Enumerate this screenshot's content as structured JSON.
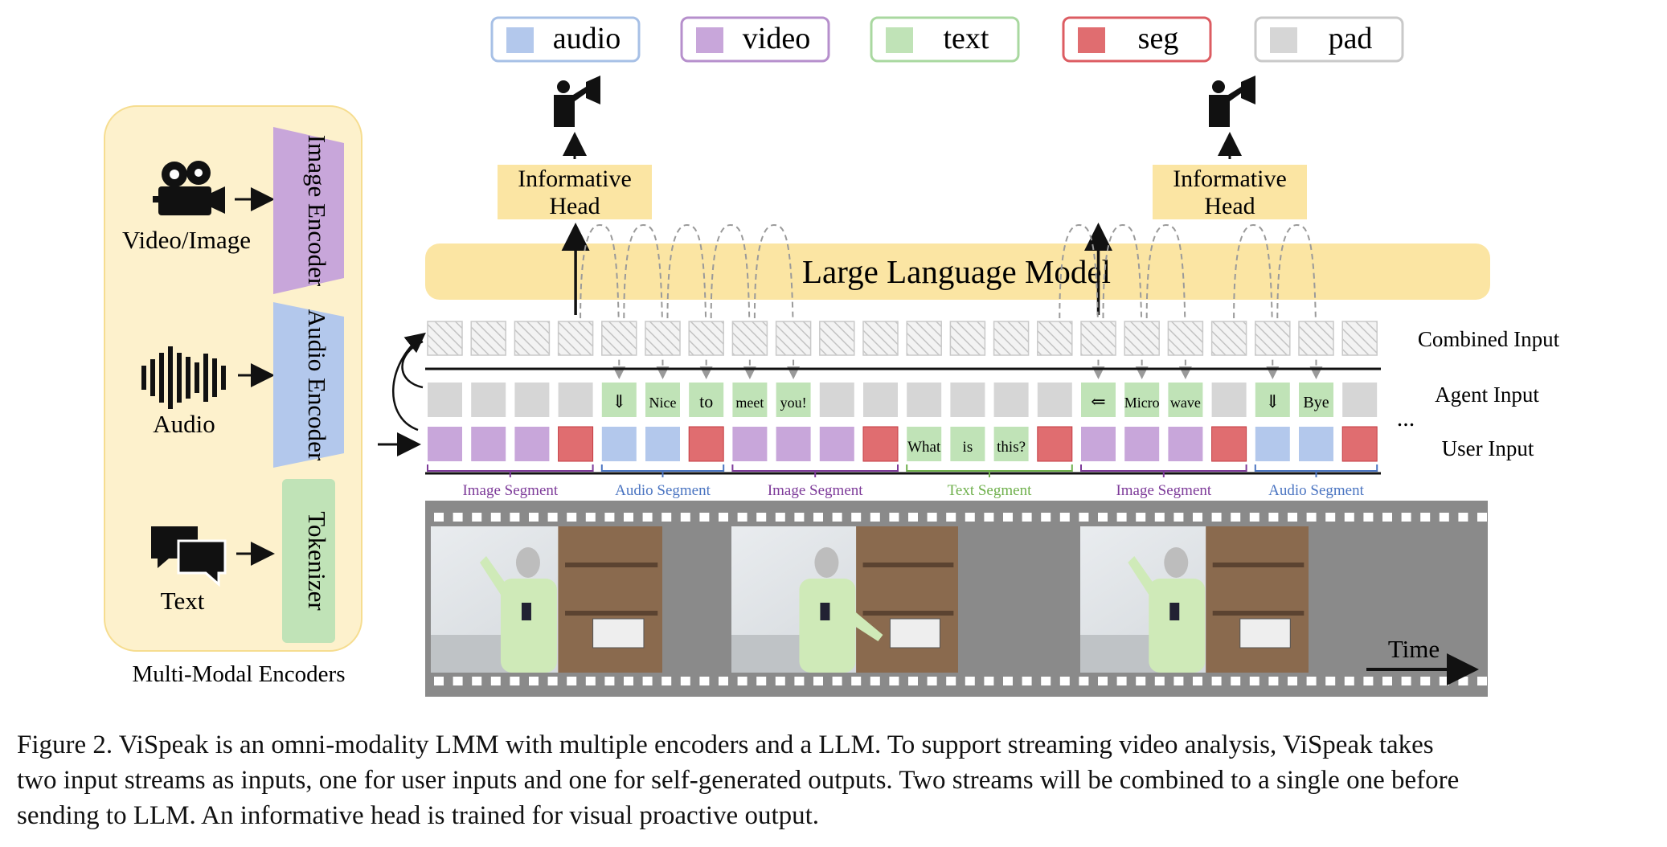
{
  "legend": [
    {
      "label": "audio",
      "fill": "#b3c8ec",
      "border": "#a7c0e6"
    },
    {
      "label": "video",
      "fill": "#c8a6da",
      "border": "#b68fcc"
    },
    {
      "label": "text",
      "fill": "#c0e3b7",
      "border": "#a9d8a0"
    },
    {
      "label": "seg",
      "fill": "#e06d70",
      "border": "#dc5c62"
    },
    {
      "label": "pad",
      "fill": "#d6d6d6",
      "border": "#c9c9c9"
    }
  ],
  "colors": {
    "audio": "#b3c8ec",
    "video": "#c8a6da",
    "text": "#c0e3b7",
    "seg": "#e06d70",
    "pad": "#d6d6d6",
    "llm": "#fbe5a3",
    "head": "#fbe5a3",
    "panel": "#fdf1cc",
    "panel_border": "#f6dd90",
    "audio_label": "#4a74c1",
    "image_label": "#7d3a99",
    "text_label": "#6fb04c"
  },
  "encoders_panel": {
    "title": "Multi-Modal Encoders",
    "inputs": [
      {
        "label": "Video/Image",
        "icon": "video-camera-icon"
      },
      {
        "label": "Audio",
        "icon": "audio-waveform-icon"
      },
      {
        "label": "Text",
        "icon": "chat-bubbles-icon"
      }
    ],
    "encoders": [
      "Image Encoder",
      "Audio Encoder",
      "Tokenizer"
    ]
  },
  "llm_label": "Large Language Model",
  "heads": [
    {
      "line1": "Informative",
      "line2": "Head"
    },
    {
      "line1": "Informative",
      "line2": "Head"
    }
  ],
  "row_labels": {
    "combined": "Combined Input",
    "agent": "Agent Input",
    "user": "User Input"
  },
  "ellipsis": "...",
  "agent_tokens": [
    "",
    "",
    "",
    "",
    "⇓",
    "Nice",
    "to",
    "meet",
    "you!",
    "",
    "",
    "",
    "",
    "",
    "",
    "⇐",
    "Micro",
    "wave",
    "",
    "⇓",
    "Bye",
    ""
  ],
  "agent_types": [
    "pad",
    "pad",
    "pad",
    "pad",
    "text",
    "text",
    "text",
    "text",
    "text",
    "pad",
    "pad",
    "pad",
    "pad",
    "pad",
    "pad",
    "text",
    "text",
    "text",
    "pad",
    "text",
    "text",
    "pad"
  ],
  "user_tokens": [
    "",
    "",
    "",
    "",
    "",
    "",
    "",
    "",
    "",
    "",
    "",
    "What",
    "is",
    "this?",
    "",
    "",
    "",
    "",
    "",
    "",
    "",
    ""
  ],
  "user_types": [
    "video",
    "video",
    "video",
    "seg",
    "audio",
    "audio",
    "seg",
    "video",
    "video",
    "video",
    "seg",
    "text",
    "text",
    "text",
    "seg",
    "video",
    "video",
    "video",
    "seg",
    "audio",
    "audio",
    "seg"
  ],
  "segments": [
    {
      "label": "Image Segment",
      "color": "#7d3a99"
    },
    {
      "label": "Audio Segment",
      "color": "#4a74c1"
    },
    {
      "label": "Image Segment",
      "color": "#7d3a99"
    },
    {
      "label": "Text Segment",
      "color": "#6fb04c"
    },
    {
      "label": "Image Segment",
      "color": "#7d3a99"
    },
    {
      "label": "Audio Segment",
      "color": "#4a74c1"
    }
  ],
  "time_label": "Time",
  "caption": [
    "Figure 2.  ViSpeak is an omni-modality LMM with multiple encoders and a LLM. To support streaming video analysis, ViSpeak takes",
    "two input streams as inputs, one for user inputs and one for self-generated outputs.  Two streams will be combined to a single one before",
    "sending to LLM. An informative head is trained for visual proactive output."
  ]
}
